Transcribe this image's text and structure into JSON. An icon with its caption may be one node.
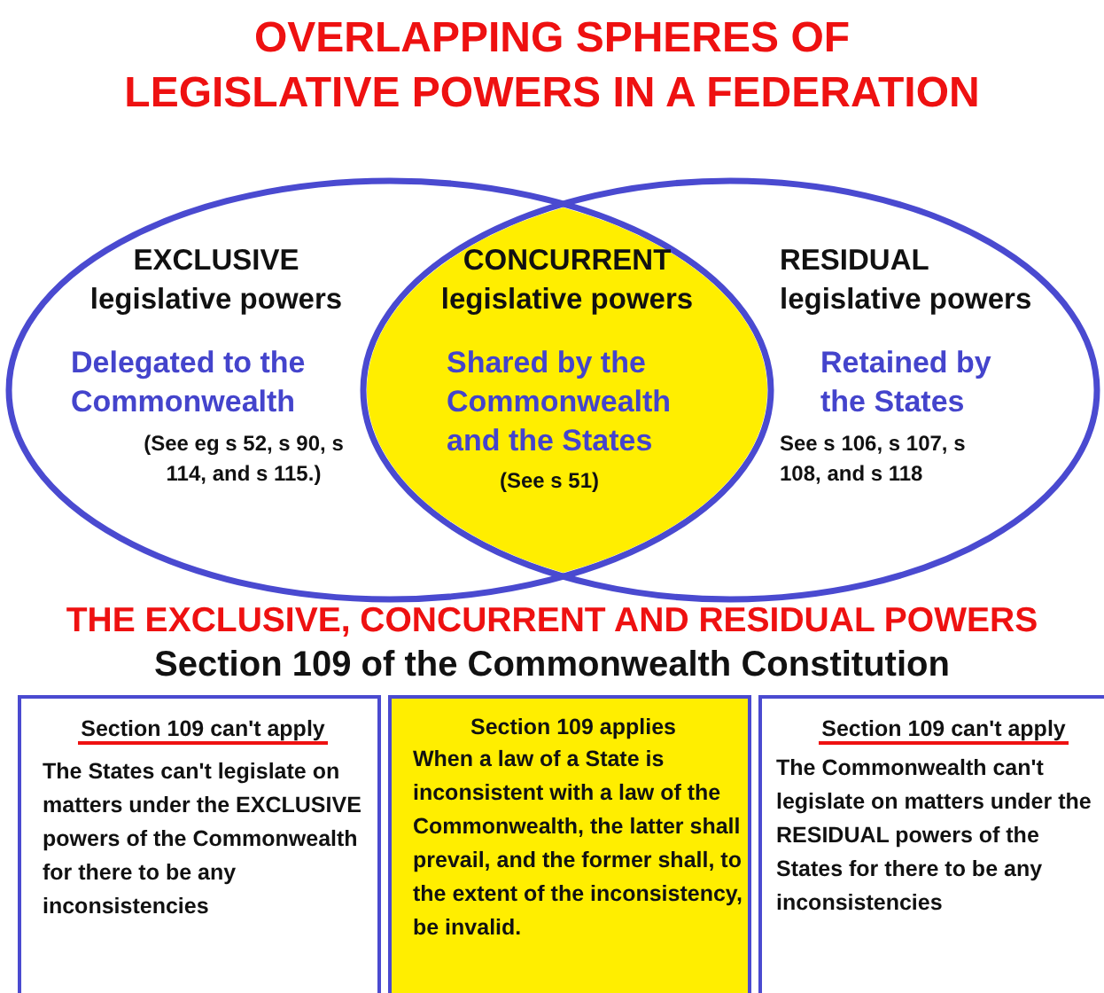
{
  "diagram": {
    "title": "OVERLAPPING SPHERES OF LEGISLATIVE POWERS IN A FEDERATION",
    "nodes": [
      {
        "text": [
          "EXCLUSIVE legislative powers",
          "Delegated to the Commonwealth",
          "(See eg s 52, s 90, s 114, and s 115.)"
        ]
      },
      {
        "text": [
          "CONCURRENT legislative powers",
          "Shared by the Commonwealth and the States",
          "(See s 51)"
        ]
      },
      {
        "text": [
          "RESIDUAL legislative powers",
          "Retained by the States",
          "See s 106, s 107, s 108, and s 118"
        ]
      },
      {
        "text": [
          "Section 109 can't apply",
          "The States can't legislate on matters under the EXCLUSIVE powers of the Commonwealth for there to be any inconsistencies"
        ]
      },
      {
        "text": [
          "Section 109 applies",
          "When a law of a State is inconsistent with a law of the Commonwealth, the latter shall prevail, and the former shall, to the extent of the inconsistency, be invalid."
        ]
      },
      {
        "text": [
          "Section 109 can't apply",
          "The Commonwealth can't legislate on matters under the RESIDUAL powers of the States for there to be any inconsistencies"
        ]
      }
    ],
    "edges": [],
    "labels": [
      "THE EXCLUSIVE, CONCURRENT AND RESIDUAL POWERS",
      "Section 109 of the Commonwealth Constitution"
    ]
  }
}
